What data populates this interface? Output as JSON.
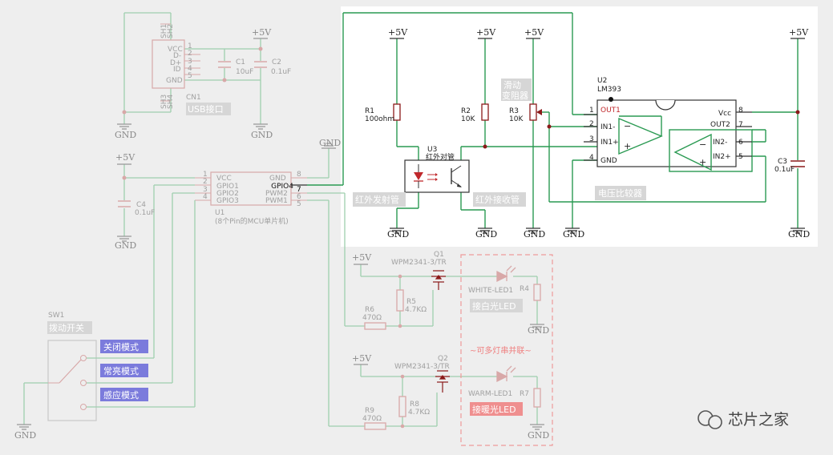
{
  "labels": {
    "vcc5": "+5V",
    "gnd": "GND",
    "cn1": "CN1",
    "cn1_name": "USB接口",
    "sh1": "SH1",
    "sh2": "SH2",
    "sh3": "SH3",
    "sh4": "SH4",
    "usb_pins": [
      "VCC",
      "D-",
      "D+",
      "ID",
      "GND"
    ],
    "usb_pin_nums": [
      "1",
      "2",
      "3",
      "4",
      "5"
    ],
    "c1": "C1",
    "c1_val": "10uF",
    "c2": "C2",
    "c2_val": "0.1uF",
    "c3": "C3",
    "c3_val": "0.1uF",
    "c4": "C4",
    "c4_val": "0.1uF",
    "u1": "U1",
    "u1_name": "(8个Pin的MCU单片机)",
    "u1_left_pins": [
      "VCC",
      "GPIO1",
      "GPIO2",
      "GPIO3"
    ],
    "u1_left_nums": [
      "1",
      "2",
      "3",
      "4"
    ],
    "u1_right_pins": [
      "GND",
      "GPIO4",
      "PWM2",
      "PWM1"
    ],
    "u1_right_nums": [
      "8",
      "7",
      "6",
      "5"
    ],
    "r1": "R1",
    "r1_val": "100ohm",
    "r2": "R2",
    "r2_val": "10K",
    "r3": "R3",
    "r3_val": "10K",
    "r3_name1": "滑动",
    "r3_name2": "变阻器",
    "u3": "U3",
    "u3_name": "红外对管",
    "ir_tx": "红外发射管",
    "ir_rx": "红外接收管",
    "u2": "U2",
    "u2_part": "LM393",
    "u2_left": [
      "OUT1",
      "IN1-",
      "IN1+",
      "GND"
    ],
    "u2_left_nums": [
      "1",
      "2",
      "3",
      "4"
    ],
    "u2_right": [
      "Vcc",
      "OUT2",
      "IN2-",
      "IN2+"
    ],
    "u2_right_nums": [
      "8",
      "7",
      "6",
      "5"
    ],
    "u2_name": "电压比较器",
    "sw1": "SW1",
    "sw1_name": "拨动开关",
    "sw_modes": [
      "关闭模式",
      "常亮模式",
      "感应模式"
    ],
    "q1": "Q1",
    "q1_part": "WPM2341-3/TR",
    "q2": "Q2",
    "q2_part": "WPM2341-3/TR",
    "r5": "R5",
    "r5_val": "4.7KΩ",
    "r6": "R6",
    "r6_val": "470Ω",
    "r8": "R8",
    "r8_val": "4.7KΩ",
    "r9": "R9",
    "r9_val": "470Ω",
    "r4": "R4",
    "r7": "R7",
    "white_led": "WHITE-LED1",
    "white_led_name": "接白光LED",
    "warm_led": "WARM-LED1",
    "warm_led_name": "接暖光LED",
    "parallel_note": "~可多灯串并联~",
    "watermark": "芯片之家"
  },
  "colors": {
    "wire": "#2a9a52",
    "wire_faded": "#9fcfae",
    "component": "#8b1a1a",
    "component_faded": "#d8a8a8",
    "label_bg_faded": "#d6d6d6",
    "label_bg_blue": "#7b7bdc",
    "label_bg_pink": "#ef8f8f",
    "highlight_bg": "#ffffff"
  }
}
